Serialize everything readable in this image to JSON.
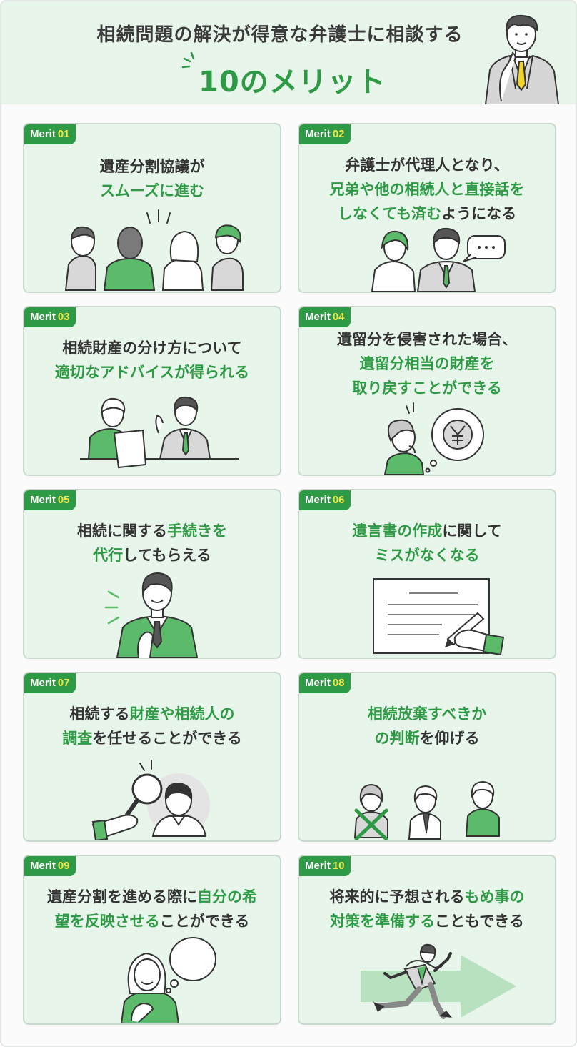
{
  "header": {
    "title_line1": "相続問題の解決が得意な弁護士に相談する",
    "title_line2": "10のメリット"
  },
  "colors": {
    "accent_green": "#2f9a45",
    "card_bg": "#e8f5ea",
    "badge_number_yellow": "#f2e648"
  },
  "merits": [
    {
      "label": "Merit",
      "number": "01",
      "lines": [
        [
          {
            "t": "遺産分割協議が",
            "g": false
          }
        ],
        [
          {
            "t": "スムーズに進む",
            "g": true
          }
        ]
      ],
      "icon": "meeting-people-illustration"
    },
    {
      "label": "Merit",
      "number": "02",
      "lines": [
        [
          {
            "t": "弁護士が代理人となり、",
            "g": false
          }
        ],
        [
          {
            "t": "兄弟や他の相続人と直接話を",
            "g": true
          }
        ],
        [
          {
            "t": "しなくても済む",
            "g": true
          },
          {
            "t": "ようになる",
            "g": false
          }
        ]
      ],
      "icon": "lawyer-and-client-illustration"
    },
    {
      "label": "Merit",
      "number": "03",
      "lines": [
        [
          {
            "t": "相続財産の分け方について",
            "g": false
          }
        ],
        [
          {
            "t": "適切なアドバイスが得られる",
            "g": true
          }
        ]
      ],
      "icon": "consultation-illustration"
    },
    {
      "label": "Merit",
      "number": "04",
      "lines": [
        [
          {
            "t": "遺留分を侵害された場合、",
            "g": false
          }
        ],
        [
          {
            "t": "遺留分相当の財産を",
            "g": true
          }
        ],
        [
          {
            "t": "取り戻すことができる",
            "g": true
          }
        ]
      ],
      "icon": "yen-coin-illustration"
    },
    {
      "label": "Merit",
      "number": "05",
      "lines": [
        [
          {
            "t": "相続に関する",
            "g": false
          },
          {
            "t": "手続きを",
            "g": true
          }
        ],
        [
          {
            "t": "代行",
            "g": true
          },
          {
            "t": "してもらえる",
            "g": false
          }
        ]
      ],
      "icon": "confident-lawyer-illustration"
    },
    {
      "label": "Merit",
      "number": "06",
      "lines": [
        [
          {
            "t": "遺言書の作成",
            "g": true
          },
          {
            "t": "に関して",
            "g": false
          }
        ],
        [
          {
            "t": "ミスがなくなる",
            "g": true
          }
        ]
      ],
      "icon": "writing-document-illustration"
    },
    {
      "label": "Merit",
      "number": "07",
      "lines": [
        [
          {
            "t": "相続する",
            "g": false
          },
          {
            "t": "財産や相続人の",
            "g": true
          }
        ],
        [
          {
            "t": "調査",
            "g": true
          },
          {
            "t": "を任せることができる",
            "g": false
          }
        ]
      ],
      "icon": "magnifier-search-illustration"
    },
    {
      "label": "Merit",
      "number": "08",
      "lines": [
        [
          {
            "t": "相続放棄すべきか",
            "g": true
          }
        ],
        [
          {
            "t": "の判断",
            "g": true
          },
          {
            "t": "を仰げる",
            "g": false
          }
        ]
      ],
      "icon": "three-heirs-illustration"
    },
    {
      "label": "Merit",
      "number": "09",
      "lines": [
        [
          {
            "t": "遺産分割を進める際に",
            "g": false
          },
          {
            "t": "自分の希",
            "g": true
          }
        ],
        [
          {
            "t": "望を反映させる",
            "g": true
          },
          {
            "t": "ことができる",
            "g": false
          }
        ]
      ],
      "icon": "woman-thinking-illustration"
    },
    {
      "label": "Merit",
      "number": "10",
      "lines": [
        [
          {
            "t": "将来的に予想される",
            "g": false
          },
          {
            "t": "もめ事の",
            "g": true
          }
        ],
        [
          {
            "t": "対策を準備する",
            "g": true
          },
          {
            "t": "こともできる",
            "g": false
          }
        ]
      ],
      "icon": "running-man-arrow-illustration"
    }
  ]
}
